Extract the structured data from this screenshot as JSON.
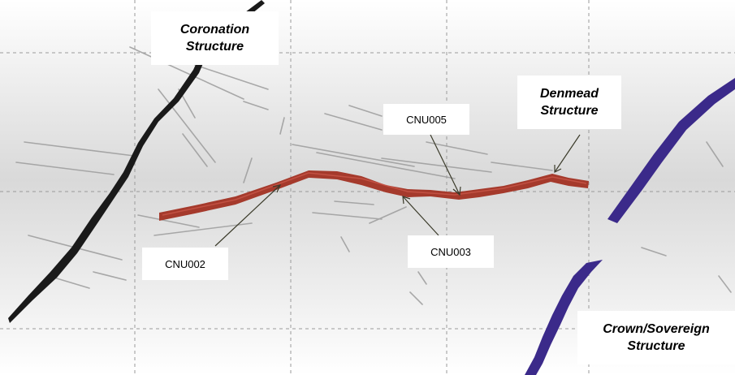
{
  "structures": {
    "coronation": "Coronation\nStructure",
    "denmead": "Denmead\nStructure",
    "crown_sovereign": "Crown/Sovereign\nStructure"
  },
  "drillholes": {
    "cnu002": "CNU002",
    "cnu003": "CNU003",
    "cnu005": "CNU005"
  },
  "colors": {
    "lode": "#a53a2c",
    "crown_structure": "#3b2a8a",
    "coronation_structure": "#1a1a1a",
    "leader_line": "#3b3b2a",
    "grid": "#9a9a9a"
  }
}
